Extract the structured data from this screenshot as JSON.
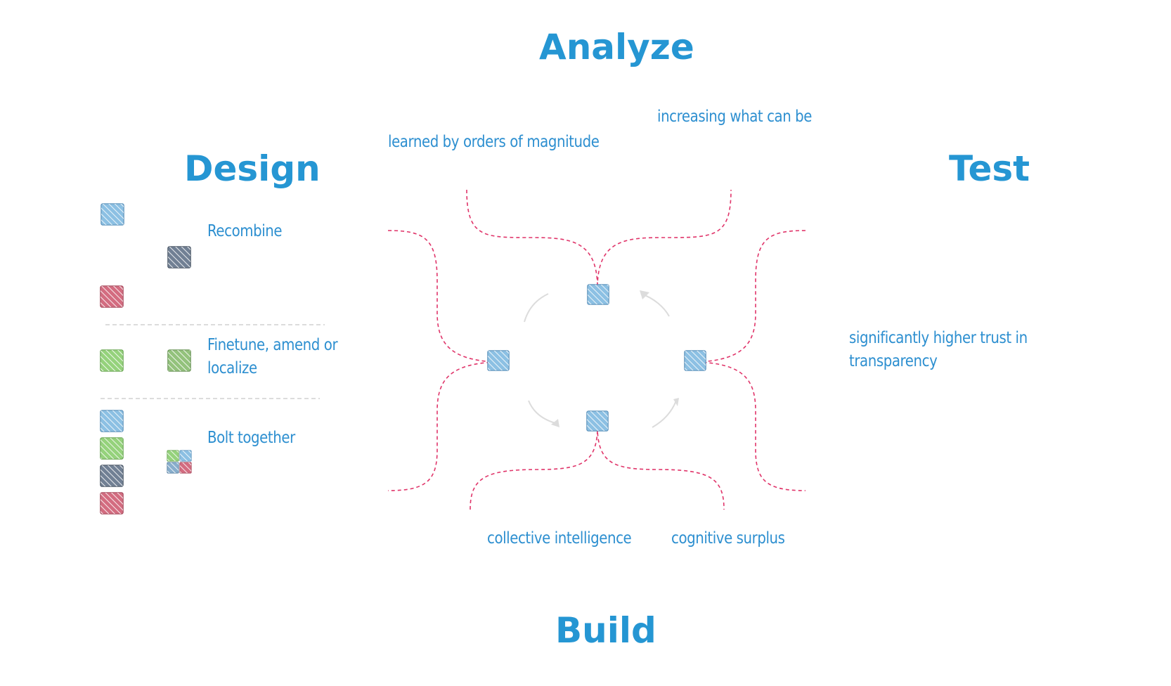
{
  "titles": {
    "analyze": "Analyze",
    "design": "Design",
    "test": "Test",
    "build": "Build"
  },
  "notes": {
    "learned": "learned by orders of magnitude",
    "increasing": "increasing what can be",
    "recombine": "Recombine",
    "finetune": "Finetune, amend or localize",
    "bolt": "Bolt together",
    "trust": "significantly higher trust in transparency",
    "collective": "collective intelligence",
    "cognitive": "cognitive surplus"
  },
  "colors": {
    "title": "#2596d3",
    "note": "#2d8fd0",
    "dashed_connector": "#e0356a",
    "divider": "#c8c8c8",
    "block_blue": "#5fa8d8",
    "block_green": "#6cc04a",
    "block_navy": "#3a4f6b",
    "block_red": "#c2334f"
  },
  "icons": {
    "blocks": "hatched-square-icon",
    "cycle": "circular-arrow-icon"
  }
}
